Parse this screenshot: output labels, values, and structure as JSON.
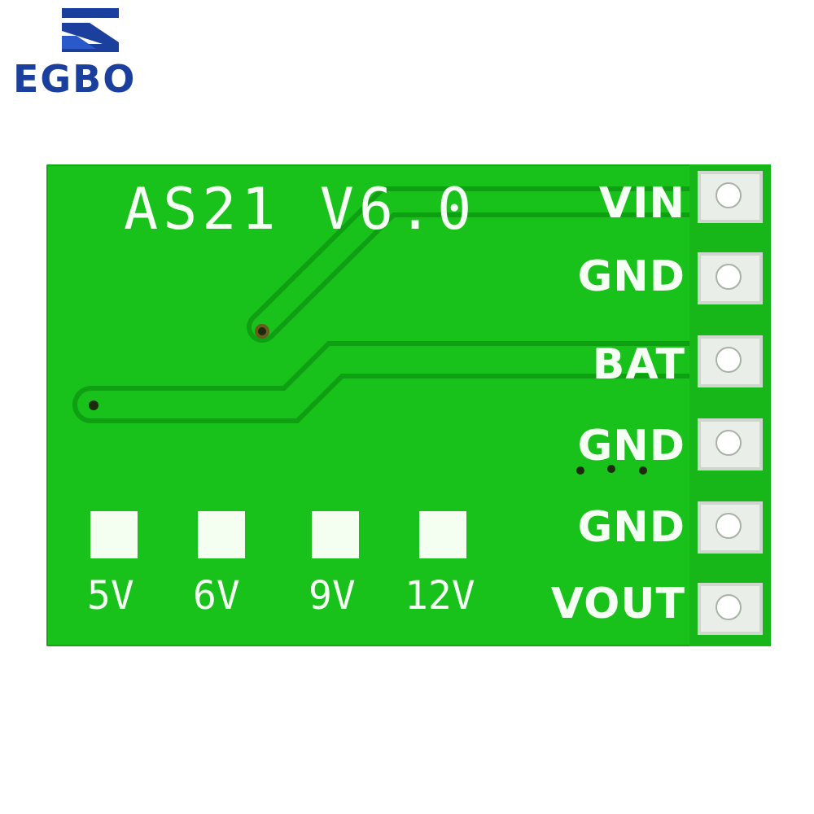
{
  "logo": {
    "text": "EGBO",
    "color": "#1a3f9c"
  },
  "board": {
    "title": "AS21  V6.0",
    "color": "#19c21b",
    "silkscreen_color": "#f6fff4",
    "pins": [
      "VIN",
      "GND",
      "BAT",
      "GND",
      "GND",
      "VOUT"
    ],
    "voltage_options": [
      "5V",
      "6V",
      "9V",
      "12V"
    ]
  }
}
